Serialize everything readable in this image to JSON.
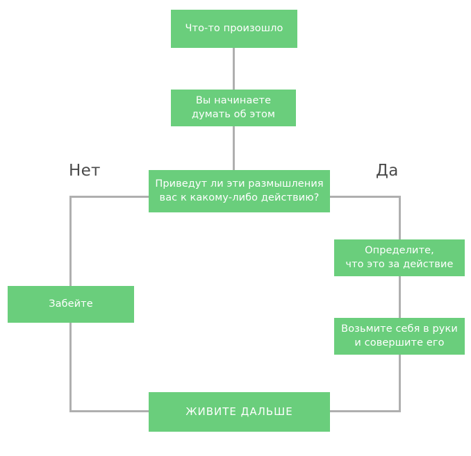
{
  "diagram": {
    "title": "Flowchart",
    "colors": {
      "node_fill": "#6ACE7C",
      "node_text": "#FFFFFF",
      "connector": "#AFAFAF",
      "label_text": "#4A4A4A",
      "background": "#FFFFFF"
    },
    "nodes": [
      {
        "id": "start",
        "text": "Что-то произошло"
      },
      {
        "id": "thinking",
        "text": "Вы начинаете\nдумать об этом",
        "line1": "Вы начинаете",
        "line2": "думать об этом"
      },
      {
        "id": "decision",
        "text": "Приведут ли эти размышления вас к какому-либо действию?",
        "line1": "Приведут ли эти размышления",
        "line2": "вас к какому-либо действию?"
      },
      {
        "id": "forget",
        "text": "Забейте"
      },
      {
        "id": "define",
        "text": "Определите, что это за действие",
        "line1": "Определите,",
        "line2": "что это за действие"
      },
      {
        "id": "act",
        "text": "Возьмите себя в руки и совершите его",
        "line1": "Возьмите себя в руки",
        "line2": "и совершите его"
      },
      {
        "id": "live_on",
        "text": "ЖИВИТЕ ДАЛЬШЕ"
      }
    ],
    "branch_labels": {
      "no": "Нет",
      "yes": "Да"
    }
  }
}
